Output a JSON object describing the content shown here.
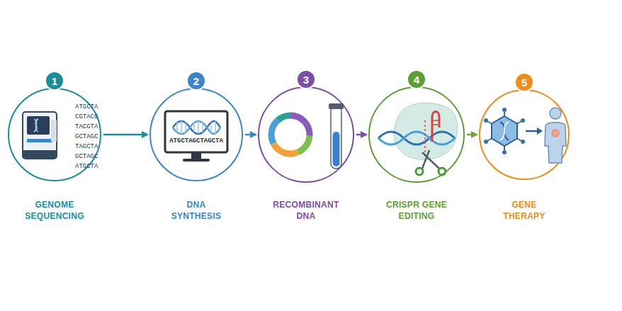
{
  "diagram": {
    "nodes": [
      {
        "text": [
          "GENOME SEQUENCING"
        ]
      },
      {
        "text": [
          "1"
        ],
        "in": 0
      },
      {
        "text": [
          "DNA SYNTHESIS"
        ]
      },
      {
        "text": [
          "2"
        ],
        "in": 2
      },
      {
        "text": [
          "RECOMBINANT DNA"
        ]
      },
      {
        "text": [
          "3"
        ],
        "in": 4
      },
      {
        "text": [
          "CRISPR GENE EDITING"
        ]
      },
      {
        "text": [
          "4"
        ],
        "in": 6
      },
      {
        "text": [
          "GENE THERAPY"
        ]
      },
      {
        "text": [
          "5"
        ],
        "in": 8
      }
    ],
    "edges": [
      {
        "from": 0,
        "to": 2,
        "arrow": "to"
      },
      {
        "from": 2,
        "to": 4,
        "arrow": "to"
      },
      {
        "from": 4,
        "to": 6,
        "arrow": "to"
      },
      {
        "from": 6,
        "to": 8,
        "arrow": "to"
      }
    ],
    "labels": [
      "ATGCTA",
      "CGTACG",
      "TACGTA",
      "GCTAGC",
      "TAGCTA",
      "GCTAGC",
      "ATGCTA",
      "ATGCTAGCTAGCTA"
    ]
  }
}
